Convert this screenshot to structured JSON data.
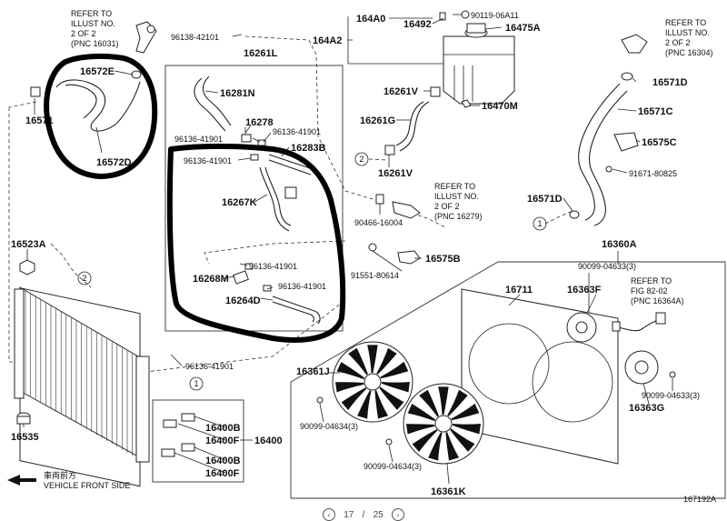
{
  "labels": {
    "p16572E": "16572E",
    "p16572D": "16572D",
    "p16571_left": "16571",
    "p96138_42101": "96138-42101",
    "p16261L": "16261L",
    "p16281N": "16281N",
    "p16278": "16278",
    "p96136_41901_a": "96136-41901",
    "p96136_41901_b": "96136-41901",
    "p16283B": "16283B",
    "p96136_41901_c": "96136-41901",
    "p16267K": "16267K",
    "p96136_41901_d": "96136-41901",
    "p16268M": "16268M",
    "p96136_41901_e": "96136-41901",
    "p16264D": "16264D",
    "p164A0": "164A0",
    "p16492": "16492",
    "p90119_06A11": "90119-06A11",
    "p16475A": "16475A",
    "p164A2": "164A2",
    "p16261V_a": "16261V",
    "p16470M": "16470M",
    "p16261G": "16261G",
    "p16261V_b": "16261V",
    "p90466_16004": "90466-16004",
    "p91551_80614": "91551-80614",
    "p16575B": "16575B",
    "p16571D_right": "16571D",
    "p16571C": "16571C",
    "p16575C": "16575C",
    "p91671_80825": "91671-80825",
    "p16571D_lower": "16571D",
    "p16523A": "16523A",
    "p16535": "16535",
    "p96136_41901_f": "96136-41901",
    "p16400B": "16400B",
    "p16400F_a": "16400F",
    "p16400": "16400",
    "p16400B_b": "16400B",
    "p16400F_b": "16400F",
    "p16360A": "16360A",
    "p90099_04633_a": "90099-04633(3)",
    "p16711": "16711",
    "p16363F": "16363F",
    "p16361J": "16361J",
    "p90099_04634_a": "90099-04634(3)",
    "p90099_04634_b": "90099-04634(3)",
    "p16361K": "16361K",
    "p90099_04633_b": "90099-04633(3)",
    "p16363G": "16363G"
  },
  "refs": {
    "ref1": [
      "REFER TO",
      "ILLUST NO.",
      "2 OF 2",
      "(PNC 16031)"
    ],
    "ref2": [
      "REFER TO",
      "ILLUST NO.",
      "2 OF 2",
      "(PNC 16304)"
    ],
    "ref3": [
      "REFER TO",
      "ILLUST NO.",
      "2 OF 2",
      "(PNC 16279)"
    ],
    "ref4": [
      "REFER TO",
      "FIG 82-02",
      "(PNC 16364A)"
    ]
  },
  "callouts": {
    "c1": "1",
    "c2": "2"
  },
  "front": {
    "jp": "車両前方",
    "en": "VEHICLE FRONT SIDE"
  },
  "figure_id": "167192A",
  "pager": {
    "current": "17",
    "sep": "/",
    "total": "25"
  }
}
